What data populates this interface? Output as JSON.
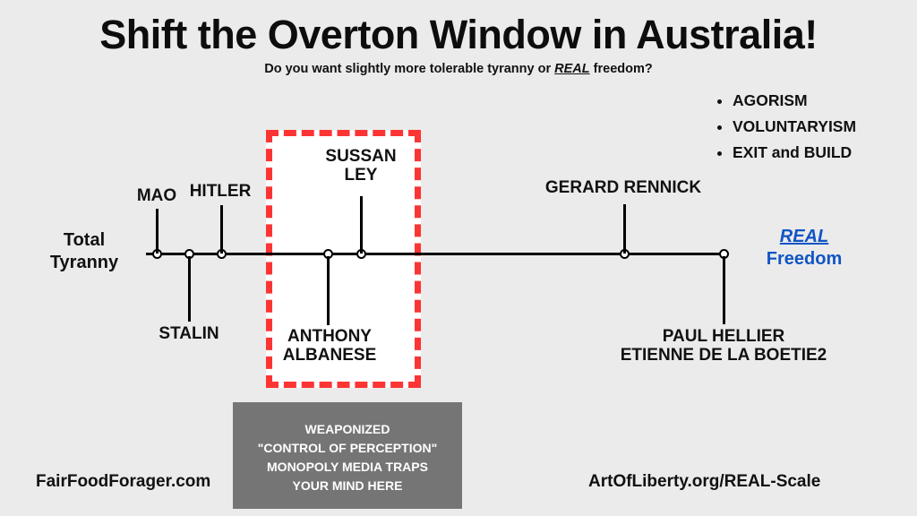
{
  "header": {
    "title": "Shift the Overton Window in Australia!",
    "subtitle_before": "Do you want slightly more tolerable tyranny or ",
    "subtitle_emphasis": "REAL",
    "subtitle_after": " freedom?"
  },
  "bullets": [
    {
      "label": "AGORISM"
    },
    {
      "label": "VOLUNTARYISM"
    },
    {
      "label": "EXIT and BUILD"
    }
  ],
  "scale": {
    "left_end_label": "Total\nTyranny",
    "right_end_real": "REAL",
    "right_end_freedom": "Freedom",
    "nodes": [
      {
        "label": "MAO",
        "side": "above"
      },
      {
        "label": "STALIN",
        "side": "below"
      },
      {
        "label": "HITLER",
        "side": "above"
      },
      {
        "label": "ANTHONY\nALBANESE",
        "side": "below"
      },
      {
        "label": "SUSSAN\nLEY",
        "side": "above"
      },
      {
        "label": "GERARD RENNICK",
        "side": "above"
      },
      {
        "label": "PAUL HELLIER\nETIENNE DE LA BOETIE2",
        "side": "below"
      }
    ]
  },
  "overton_box": {
    "border_color": "#fc3434",
    "fill_color": "#ffffff"
  },
  "media_box": {
    "background_color": "#757575",
    "lines": [
      "WEAPONIZED",
      "\"CONTROL OF PERCEPTION\"",
      "MONOPOLY MEDIA TRAPS",
      "YOUR MIND HERE"
    ]
  },
  "footer": {
    "left": "FairFoodForager.com",
    "right": "ArtOfLiberty.org/REAL-Scale"
  },
  "colors": {
    "background": "#ebebeb",
    "freedom_blue": "#1155c4",
    "alert_red": "#fc3434",
    "axis_black": "#000000"
  }
}
